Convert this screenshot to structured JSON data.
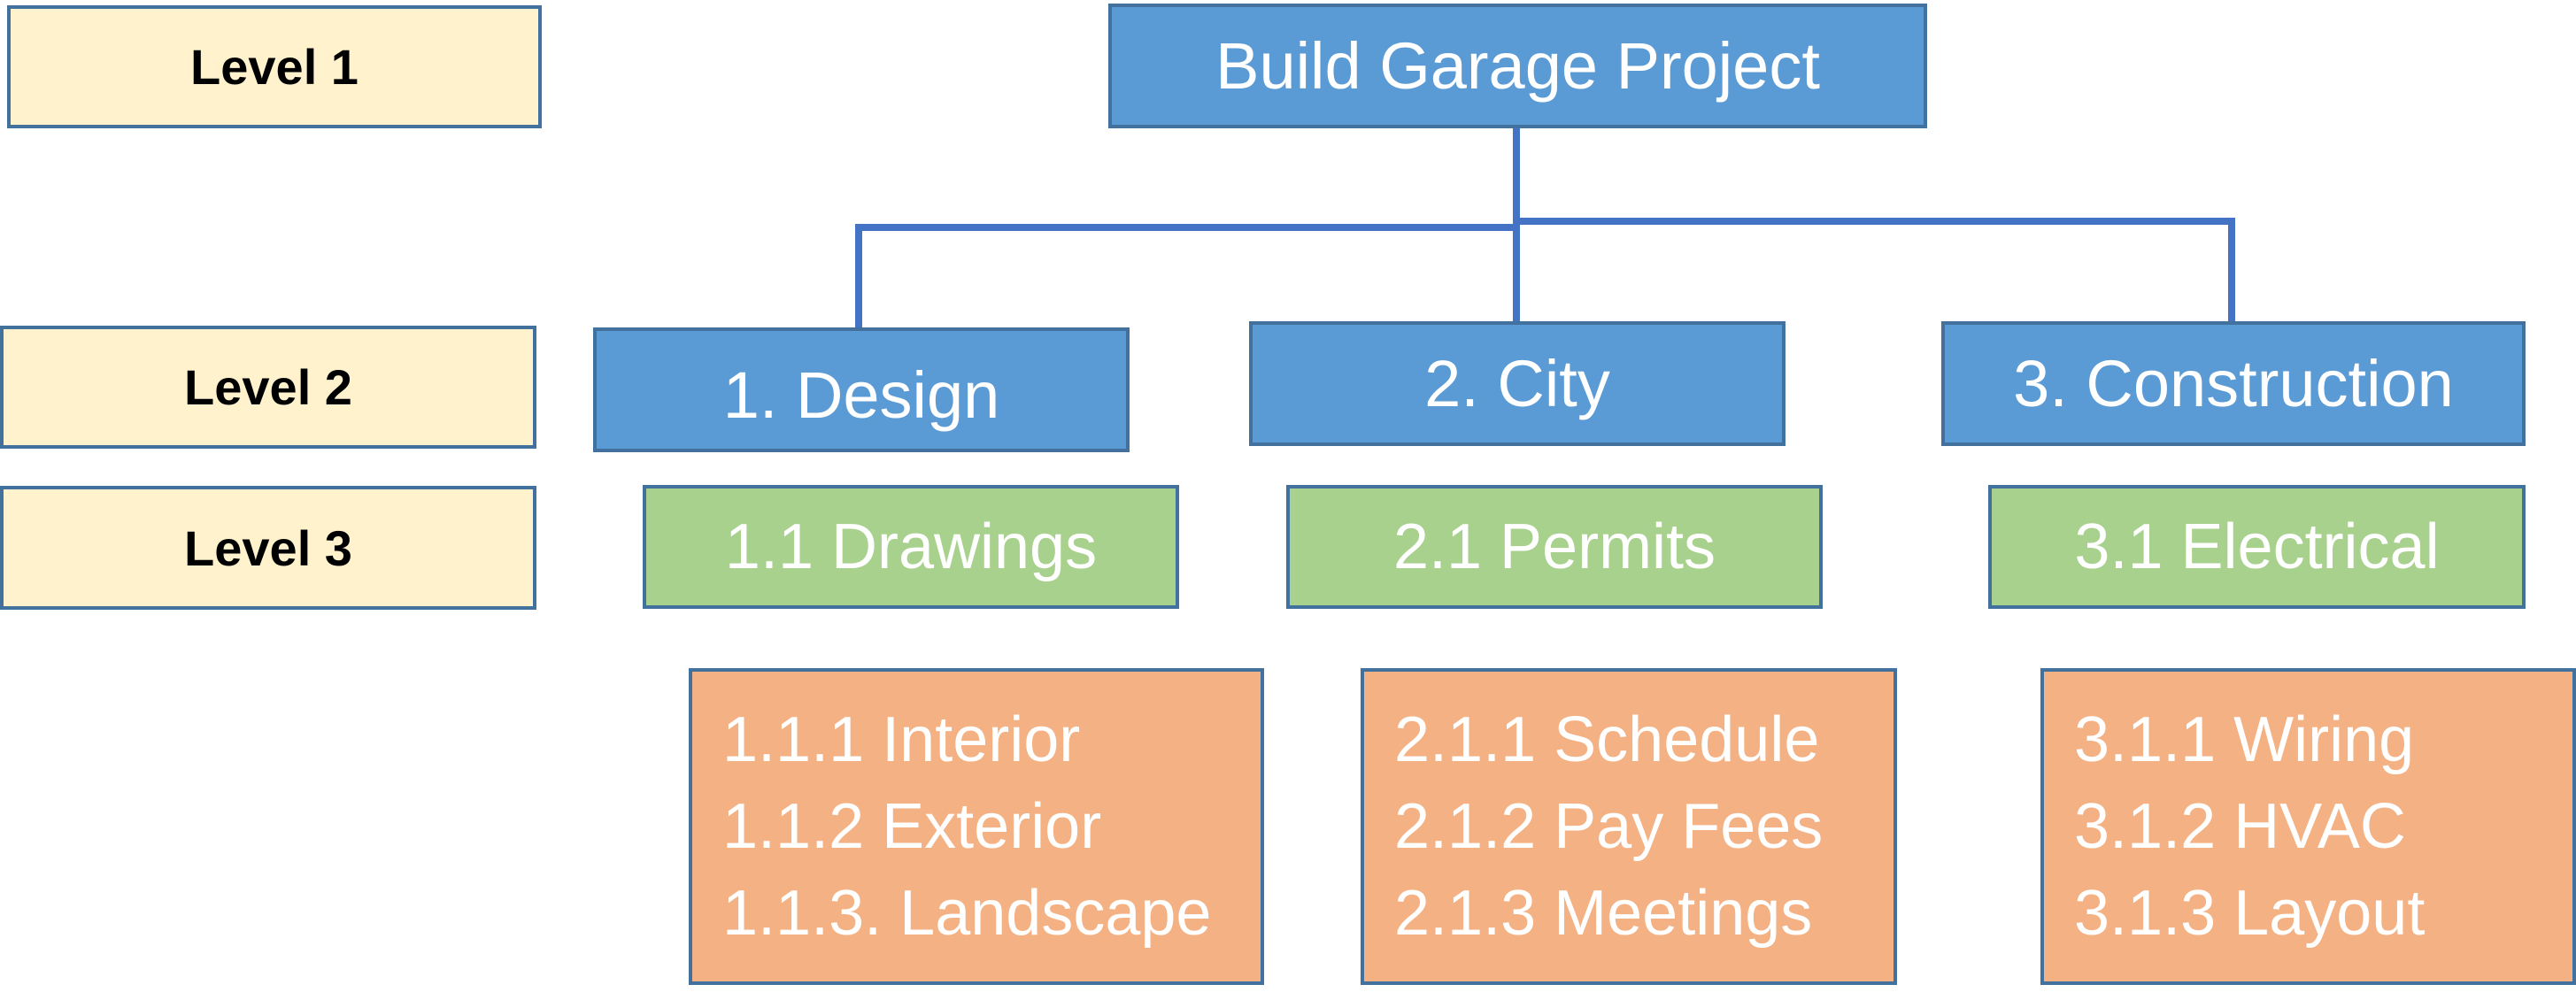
{
  "levels": {
    "level1": "Level 1",
    "level2": "Level 2",
    "level3": "Level 3"
  },
  "root": {
    "label": "Build Garage Project"
  },
  "branches": [
    {
      "label": "1. Design",
      "sub": "1.1 Drawings",
      "tasks": [
        "1.1.1 Interior",
        "1.1.2 Exterior",
        "1.1.3. Landscape"
      ]
    },
    {
      "label": "2. City",
      "sub": "2.1 Permits",
      "tasks": [
        "2.1.1 Schedule",
        "2.1.2 Pay Fees",
        "2.1.3 Meetings"
      ]
    },
    {
      "label": "3. Construction",
      "sub": "3.1 Electrical",
      "tasks": [
        "3.1.1 Wiring",
        "3.1.2 HVAC",
        "3.1.3 Layout"
      ]
    }
  ],
  "colors": {
    "level_fill": "#fff2cc",
    "node_fill": "#5b9bd5",
    "sub_fill": "#a9d18e",
    "task_fill": "#f4b183",
    "border": "#41719c",
    "connector": "#4472c4"
  }
}
